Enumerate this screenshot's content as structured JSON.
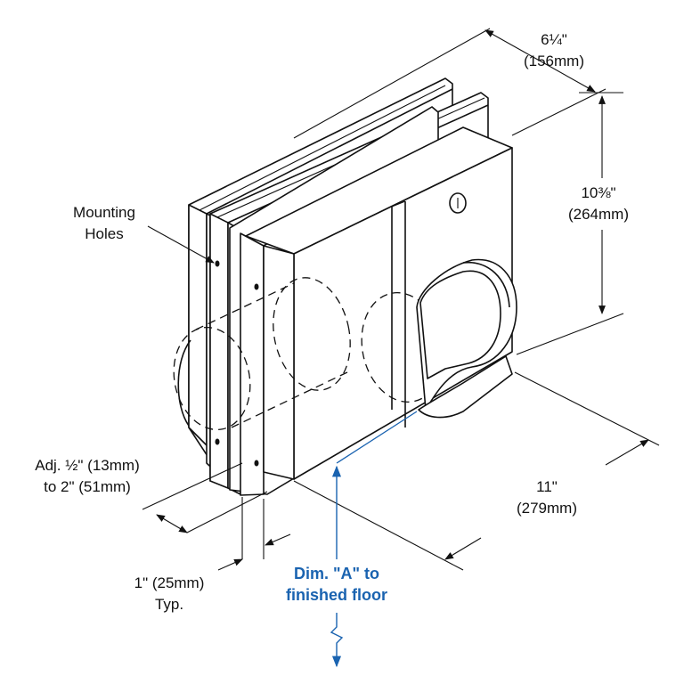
{
  "labels": {
    "width_in": "6¼\"",
    "width_mm": "(156mm)",
    "height_in": "10⅜\"",
    "height_mm": "(264mm)",
    "depth_in": "11\"",
    "depth_mm": "(279mm)",
    "mounting_line1": "Mounting",
    "mounting_line2": "Holes",
    "adj_line1": "Adj. ½\" (13mm)",
    "adj_line2": "to 2\" (51mm)",
    "flange_line1": "1\" (25mm)",
    "flange_line2": "Typ.",
    "dim_a_line1": "Dim. \"A\" to",
    "dim_a_line2": "finished floor"
  },
  "colors": {
    "line": "#111111",
    "accent": "#1a63b0"
  },
  "icons": {
    "lock": "keyhole-lock-icon"
  }
}
